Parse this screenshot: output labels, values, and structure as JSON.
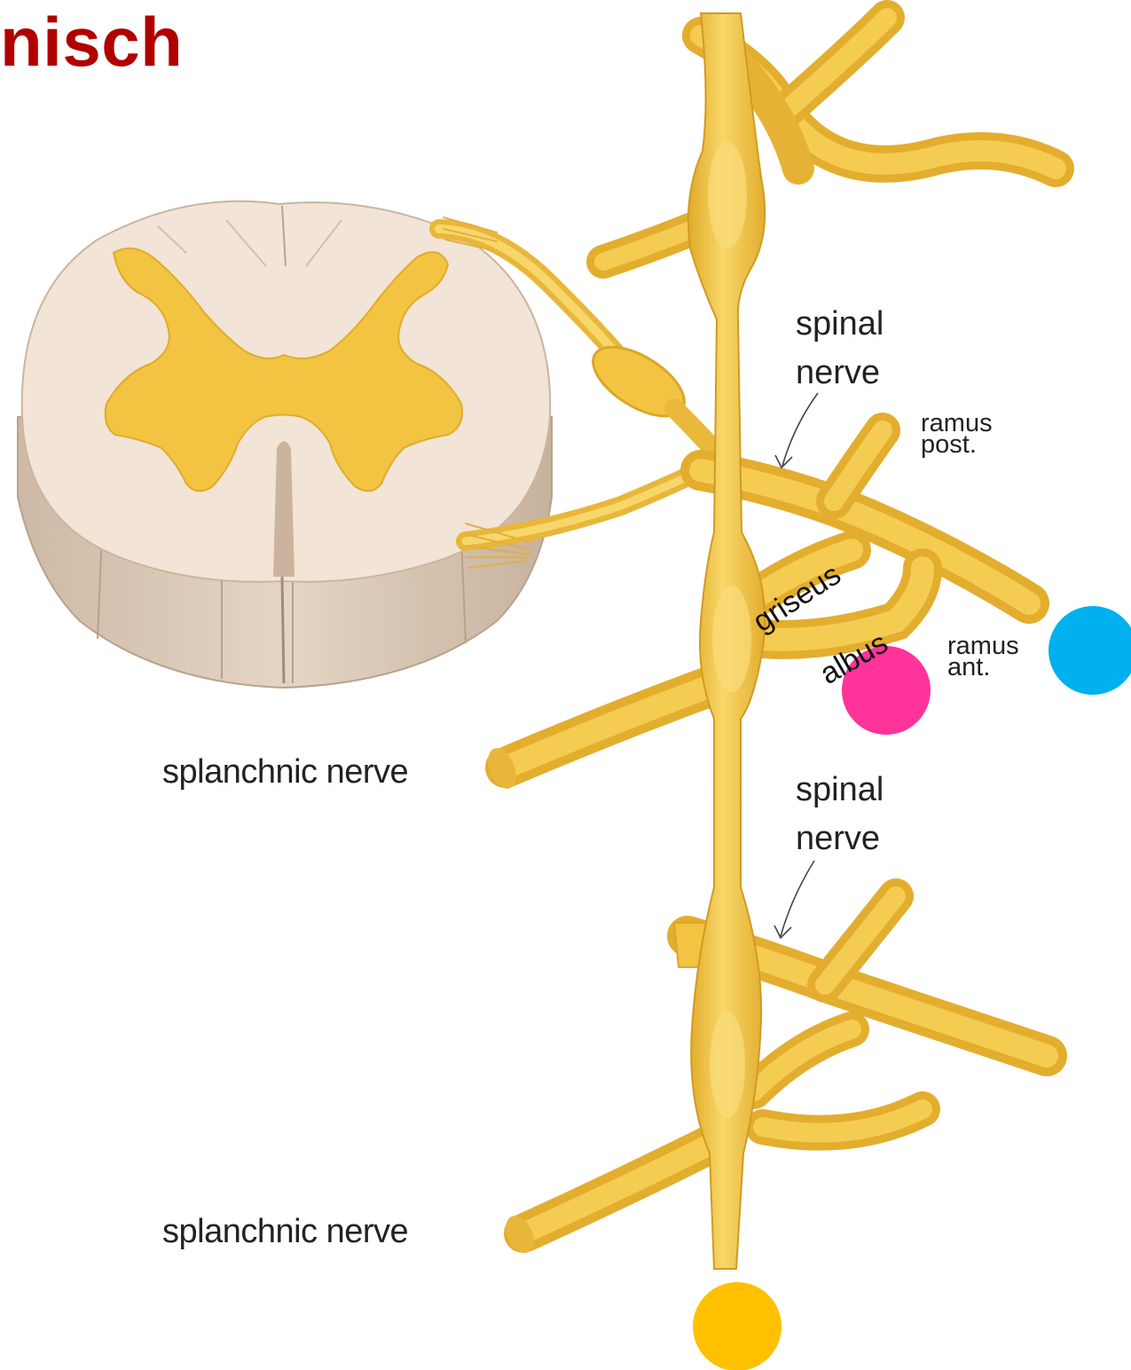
{
  "title": "nisch",
  "colors": {
    "title": "#b00000",
    "nerve": "#f3c441",
    "nerve_light": "#f8da6f",
    "nerve_dark": "#d9a326",
    "cord_white": "#f1e3d5",
    "cord_side": "#d8c6b3",
    "grey_matter": "#f3c441",
    "marker_pink": "#ff3399",
    "marker_blue": "#00b0ef",
    "marker_yellow": "#ffc000"
  },
  "labels": {
    "spinal_nerve_upper": [
      "spinal",
      "nerve"
    ],
    "spinal_nerve_lower": [
      "spinal",
      "nerve"
    ],
    "ramus_post": [
      "ramus",
      "post."
    ],
    "ramus_ant": [
      "ramus",
      "ant."
    ],
    "griseus": "griseus",
    "albus": "albus",
    "splanchnic_upper": "splanchnic nerve",
    "splanchnic_lower": "splanchnic nerve"
  }
}
